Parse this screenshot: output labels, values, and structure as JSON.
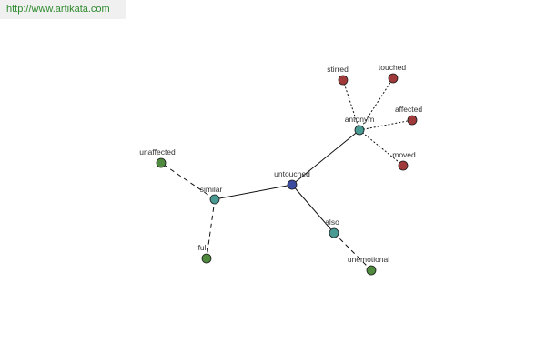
{
  "header": {
    "source_url": "http://www.artikata.com"
  },
  "colors": {
    "center": "#3b4ba0",
    "relation": "#4a9a94",
    "synonym": "#4f8a3e",
    "antonym": "#a03a3a",
    "edge": "#111111",
    "label": "#333333"
  },
  "nodes": [
    {
      "id": "untouched",
      "label": "untouched",
      "kind": "center"
    },
    {
      "id": "similar",
      "label": "similar",
      "kind": "relation"
    },
    {
      "id": "antonym",
      "label": "antonym",
      "kind": "relation"
    },
    {
      "id": "also",
      "label": "also",
      "kind": "relation"
    },
    {
      "id": "unaffected",
      "label": "unaffected",
      "kind": "synonym"
    },
    {
      "id": "full",
      "label": "full",
      "kind": "synonym"
    },
    {
      "id": "unemotional",
      "label": "unemotional",
      "kind": "synonym"
    },
    {
      "id": "stirred",
      "label": "stirred",
      "kind": "antonym"
    },
    {
      "id": "touched",
      "label": "touched",
      "kind": "antonym"
    },
    {
      "id": "affected",
      "label": "affected",
      "kind": "antonym"
    },
    {
      "id": "moved",
      "label": "moved",
      "kind": "antonym"
    }
  ],
  "edges": [
    {
      "from": "untouched",
      "to": "similar",
      "style": "solid"
    },
    {
      "from": "untouched",
      "to": "antonym",
      "style": "solid"
    },
    {
      "from": "untouched",
      "to": "also",
      "style": "solid"
    },
    {
      "from": "similar",
      "to": "unaffected",
      "style": "dashed"
    },
    {
      "from": "similar",
      "to": "full",
      "style": "dashed"
    },
    {
      "from": "also",
      "to": "unemotional",
      "style": "dashed"
    },
    {
      "from": "antonym",
      "to": "stirred",
      "style": "dotted"
    },
    {
      "from": "antonym",
      "to": "touched",
      "style": "dotted"
    },
    {
      "from": "antonym",
      "to": "affected",
      "style": "dotted"
    },
    {
      "from": "antonym",
      "to": "moved",
      "style": "dotted"
    }
  ]
}
